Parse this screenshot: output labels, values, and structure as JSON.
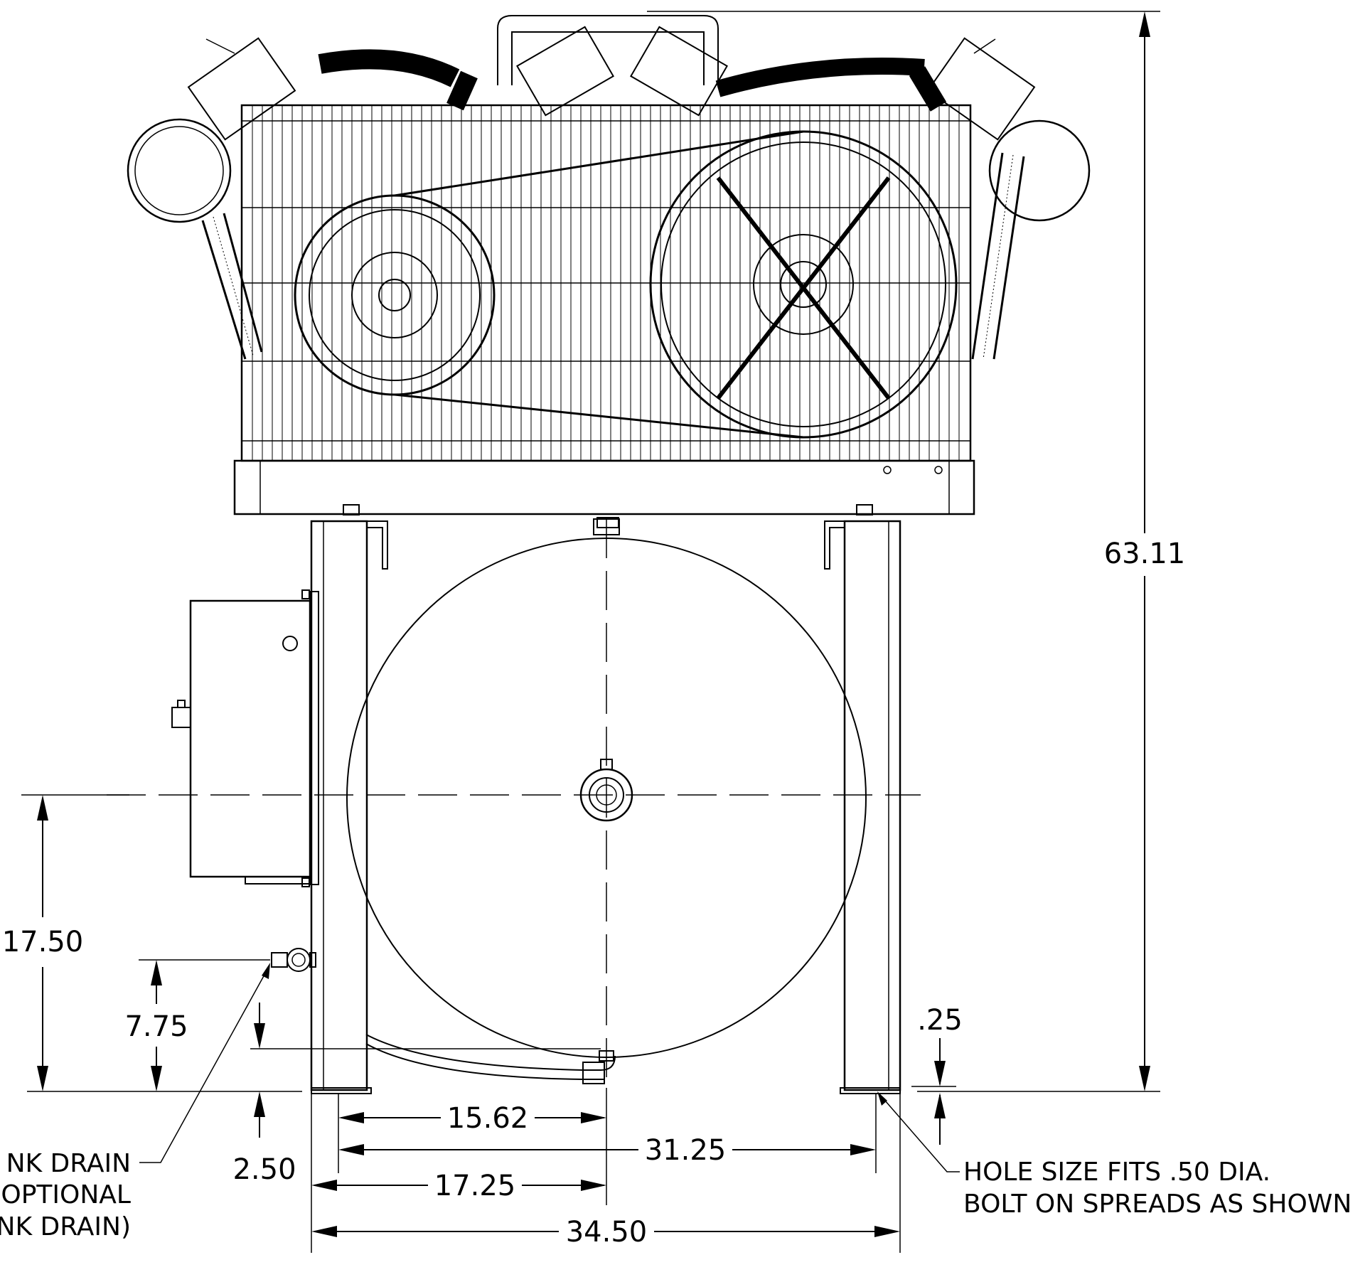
{
  "dimensions": {
    "overall_height": "63.11",
    "tank_center_height": "17.50",
    "drain_height": "7.75",
    "drain_offset": "2.50",
    "base_plate": ".25",
    "center_to_foot_inner": "15.62",
    "foot_hole_spacing": "31.25",
    "center_to_foot_outer": "17.25",
    "overall_width": "34.50"
  },
  "notes": {
    "drain_note_line1": "NK DRAIN",
    "drain_note_line2": "OPTIONAL",
    "drain_note_line3": "NK DRAIN)",
    "hole_note_line1": "HOLE SIZE FITS .50 DIA.",
    "hole_note_line2": "BOLT ON SPREADS AS SHOWN"
  }
}
